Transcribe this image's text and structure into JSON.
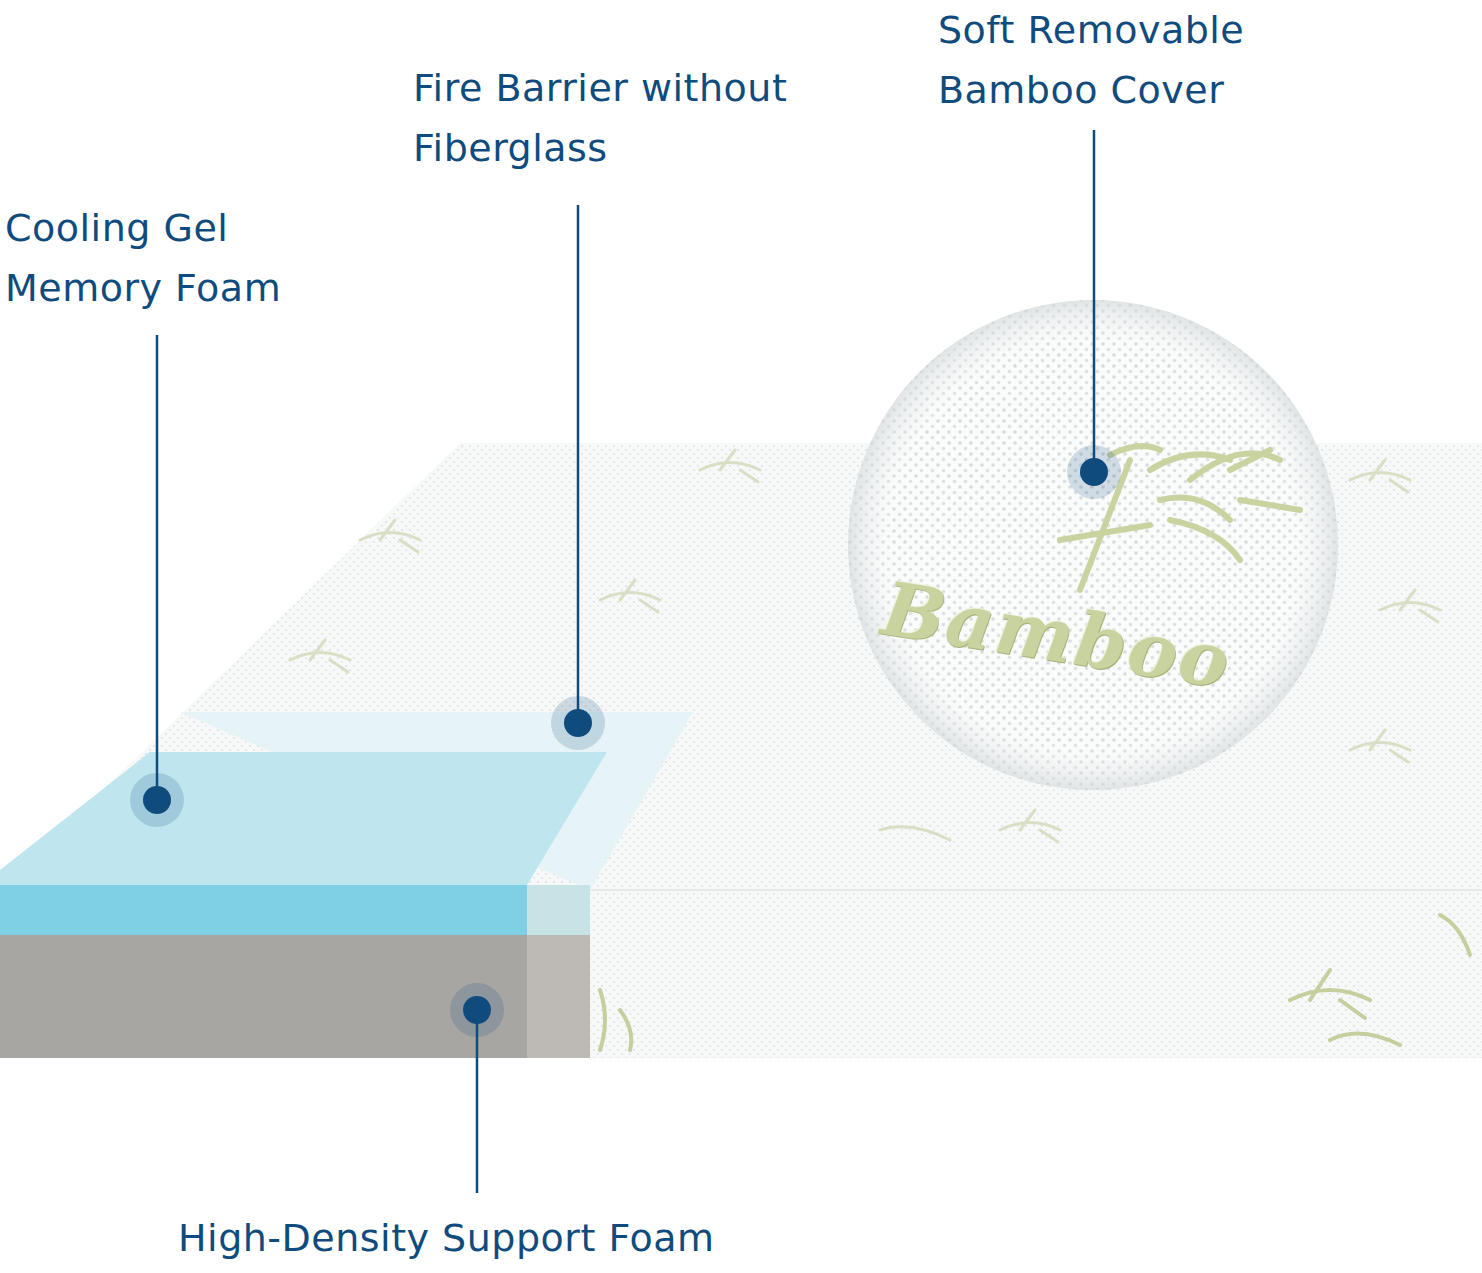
{
  "diagram": {
    "labels": [
      "Soft Removable Bamboo Cover",
      "Fire Barrier without Fiberglass",
      "Cooling Gel Memory Foam",
      "High-Density Support Foam",
      "Bamboo"
    ]
  }
}
